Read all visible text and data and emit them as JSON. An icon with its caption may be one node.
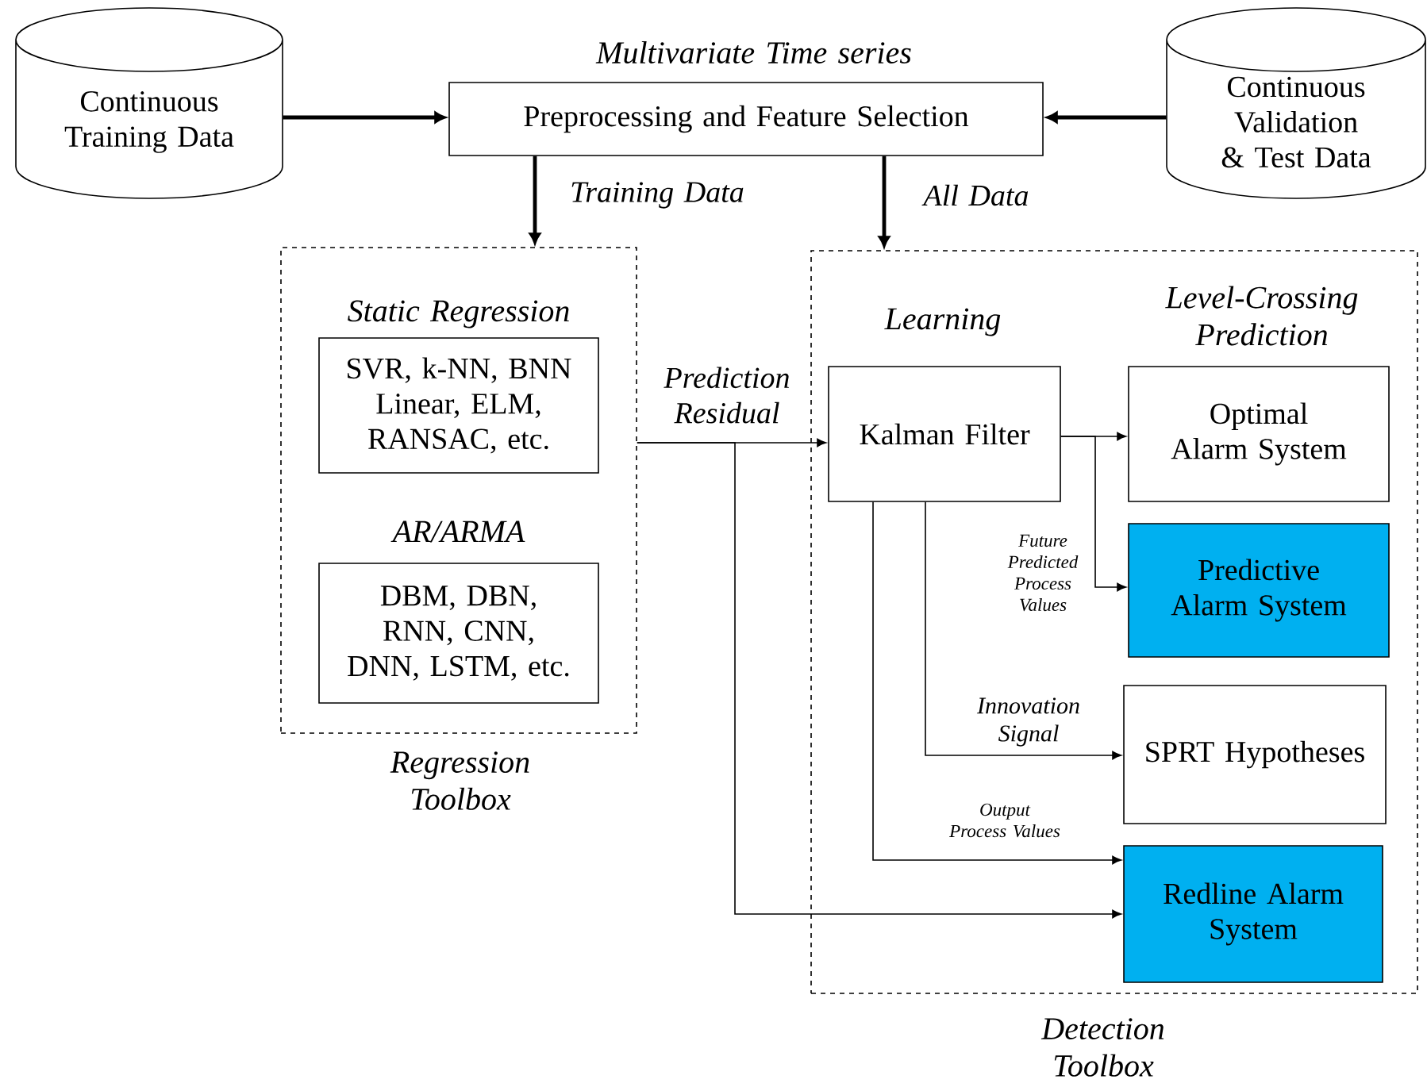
{
  "diagram": {
    "nodes": [
      {
        "text": [
          "Continuous Training Data"
        ]
      },
      {
        "text": [
          "Preprocessing and Feature Selection"
        ],
        "beside": [
          "Multivariate Time series"
        ]
      },
      {
        "text": [
          "Continuous Validation & Test Data"
        ]
      },
      {
        "text": [
          "Regression Toolbox"
        ]
      },
      {
        "text": [
          "SVR, k-NN, BNN Linear, ELM, RANSAC, etc."
        ],
        "in": 3,
        "beside": [
          "Static Regression"
        ]
      },
      {
        "text": [
          "DBM, DBN, RNN, CNN, DNN, LSTM, etc."
        ],
        "in": 3,
        "beside": [
          "AR/ARMA"
        ]
      },
      {
        "text": [
          "Detection Toolbox"
        ]
      },
      {
        "text": [
          "Kalman Filter"
        ],
        "in": 6,
        "beside": [
          "Learning"
        ]
      },
      {
        "text": [
          "Optimal Alarm System"
        ],
        "in": 6,
        "beside": [
          "Level-Crossing Prediction"
        ]
      },
      {
        "text": [
          "Predictive Alarm System"
        ],
        "in": 6
      },
      {
        "text": [
          "SPRT Hypotheses"
        ],
        "in": 6
      },
      {
        "text": [
          "Redline Alarm System"
        ],
        "in": 6
      }
    ],
    "edges": [
      {
        "from": 0,
        "to": 1,
        "arrow": "to",
        "style": "thick"
      },
      {
        "from": 2,
        "to": 1,
        "arrow": "to",
        "style": "thick"
      },
      {
        "from": 1,
        "to": 3,
        "arrow": "to",
        "style": "thick",
        "label": "Training Data"
      },
      {
        "from": 1,
        "to": 6,
        "arrow": "to",
        "style": "thick",
        "label": "All Data"
      },
      {
        "from": 3,
        "to": 7,
        "arrow": "to",
        "label": "Prediction Residual"
      },
      {
        "from": 3,
        "to": 11,
        "arrow": "to"
      },
      {
        "from": 7,
        "to": 8,
        "arrow": "to"
      },
      {
        "from": 7,
        "to": 9,
        "arrow": "to",
        "label": "Future Predicted Process Values"
      },
      {
        "from": 7,
        "to": 10,
        "arrow": "to",
        "label": "Innovation Signal"
      },
      {
        "from": 7,
        "to": 11,
        "arrow": "to",
        "label": "Output Process Values"
      }
    ]
  }
}
